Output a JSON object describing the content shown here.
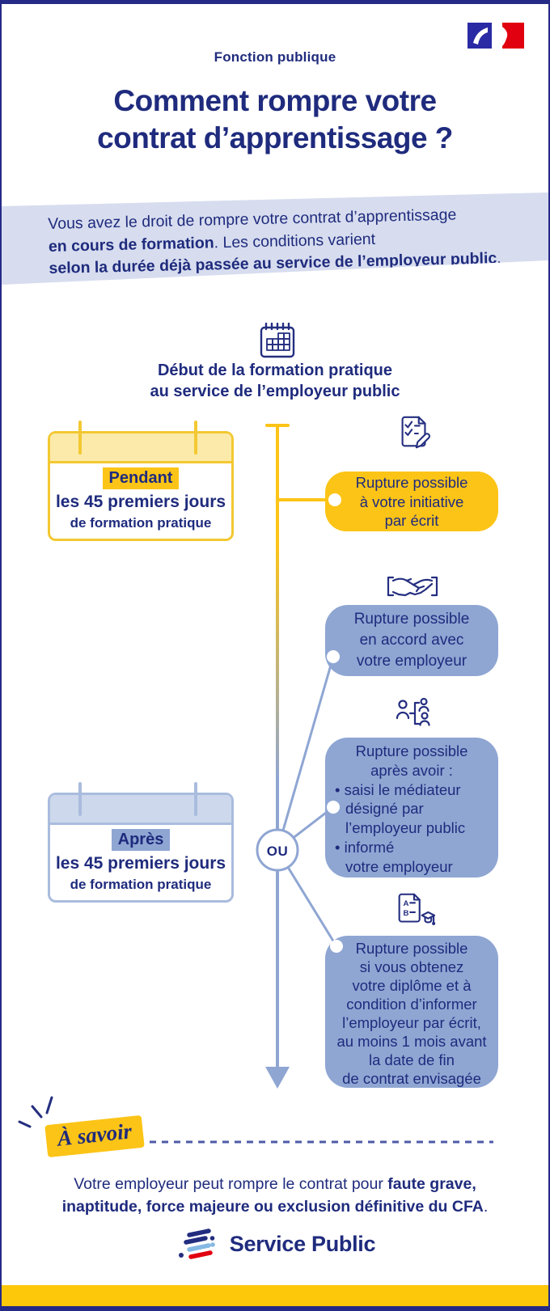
{
  "page": {
    "kicker": "Fonction publique",
    "title": [
      "Comment rompre votre",
      "contrat d’apprentissage ?"
    ]
  },
  "intro": {
    "line1": "Vous avez le droit de rompre votre contrat d’apprentissage",
    "line2_bold": "en cours de formation",
    "line2_rest": ". Les conditions varient",
    "line3_bold": "selon la durée déjà passée au service de l’employeur public",
    "line3_rest": "."
  },
  "timeline_start": {
    "line1": "Début de la formation pratique",
    "line2": "au service de l’employeur public"
  },
  "connector": {
    "ou": "OU"
  },
  "card_pendant": {
    "highlight": "Pendant",
    "line1": "les 45 premiers jours",
    "line2": "de formation pratique"
  },
  "card_apres": {
    "highlight": "Après",
    "line1": "les 45 premiers jours",
    "line2": "de formation pratique"
  },
  "outcome_initiative": {
    "lines": [
      "Rupture possible",
      "à votre initiative",
      "par écrit"
    ]
  },
  "outcome_accord": {
    "lines": [
      "Rupture possible",
      "en accord avec",
      "votre employeur"
    ]
  },
  "outcome_mediateur": {
    "lines": [
      "Rupture possible",
      "après avoir :",
      "• saisi le médiateur",
      "désigné par",
      "l’employeur public",
      "• informé",
      "votre employeur"
    ]
  },
  "outcome_diplome": {
    "lines": [
      "Rupture possible",
      "si vous obtenez",
      "votre diplôme et à",
      "condition d’informer",
      "l’employeur par écrit,",
      "au moins 1 mois avant",
      "la date de fin",
      "de contrat envisagée"
    ]
  },
  "note": {
    "badge": "À savoir",
    "text_start": "Votre employeur peut rompre le contrat pour ",
    "bold1": "faute grave,",
    "bold2": "inaptitude, force majeure ou exclusion définitive du CFA",
    "text_end": "."
  },
  "footer": {
    "brand": "Service Public"
  },
  "icons": {
    "diplome_letters": [
      "A",
      "B"
    ]
  },
  "colors": {
    "navy": "#1f2b7d",
    "gold": "#fcc417",
    "pale_gold": "#fbeaa9",
    "gold_border": "#f3c832",
    "blue": "#8fa6d3",
    "pale_blue": "#cdd8ec",
    "blue_border": "#a9bcde",
    "intro_band": "#d7ddef",
    "flag_blue": "#2a2aa5",
    "flag_red": "#e1000f",
    "frame": "#252a87",
    "bottom_bar": "#fdc70a"
  }
}
